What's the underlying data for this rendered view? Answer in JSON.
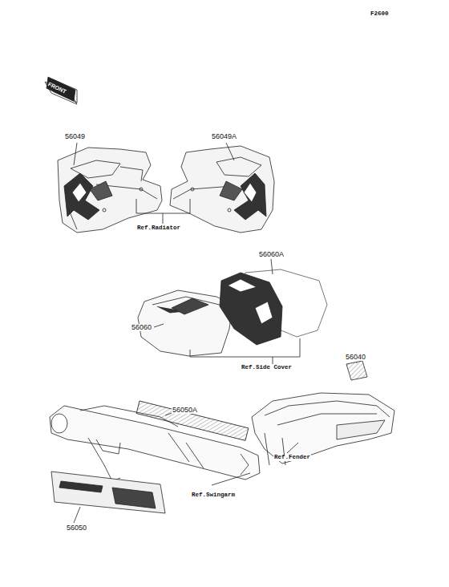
{
  "diagram": {
    "labels": [
      "F2600",
      "FRONT",
      "56049",
      "56049A",
      "Ref.Radiator",
      "56060A",
      "56060",
      "Ref.Side Cover",
      "56040",
      "56050A",
      "Ref.Fender",
      "56050",
      "Ref.Swingarm"
    ]
  }
}
